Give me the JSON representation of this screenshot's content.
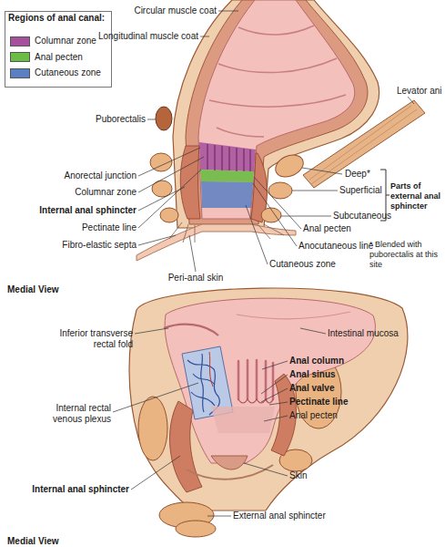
{
  "diagram": {
    "labels": [
      "Regions of anal canal:",
      "Circular muscle coat",
      "Longitudinal muscle coat",
      "Levator ani",
      "Puborectalis",
      "Anorectal junction",
      "Deep*",
      "Superficial",
      "Subcutaneous",
      "Parts of external anal sphincter",
      "* Blended with puborectalis at this site",
      "Columnar zone",
      "Internal anal sphincter",
      "Pectinate line",
      "Fibro-elastic septa",
      "Anal pecten",
      "Anocutaneous line",
      "Cutaneous zone",
      "Peri-anal skin",
      "Medial View",
      "Inferior transverse rectal fold",
      "Intestinal mucosa",
      "Anal column",
      "Anal sinus",
      "Anal valve",
      "Pectinate line",
      "Anal pecten",
      "Internal rectal venous plexus",
      "Internal anal sphincter",
      "Skin",
      "External anal sphincter",
      "Medial View"
    ],
    "legend": [
      {
        "text": "Columnar zone",
        "color": "#a4509c"
      },
      {
        "text": "Anal pecten",
        "color": "#6cbd45"
      },
      {
        "text": "Cutaneous zone",
        "color": "#5a7fc2"
      }
    ]
  }
}
